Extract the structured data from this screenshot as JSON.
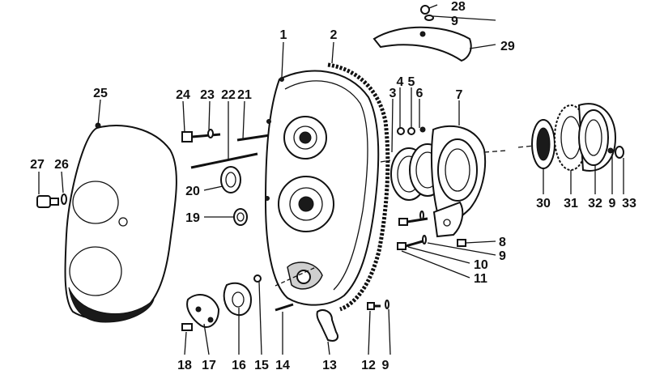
{
  "diagram": {
    "callouts": [
      {
        "id": "1",
        "label": "1"
      },
      {
        "id": "2",
        "label": "2"
      },
      {
        "id": "3",
        "label": "3"
      },
      {
        "id": "4",
        "label": "4"
      },
      {
        "id": "5",
        "label": "5"
      },
      {
        "id": "6",
        "label": "6"
      },
      {
        "id": "7",
        "label": "7"
      },
      {
        "id": "8",
        "label": "8"
      },
      {
        "id": "9a",
        "label": "9"
      },
      {
        "id": "9b",
        "label": "9"
      },
      {
        "id": "9c",
        "label": "9"
      },
      {
        "id": "9d",
        "label": "9"
      },
      {
        "id": "10",
        "label": "10"
      },
      {
        "id": "11",
        "label": "11"
      },
      {
        "id": "12",
        "label": "12"
      },
      {
        "id": "13",
        "label": "13"
      },
      {
        "id": "14",
        "label": "14"
      },
      {
        "id": "15",
        "label": "15"
      },
      {
        "id": "16",
        "label": "16"
      },
      {
        "id": "17",
        "label": "17"
      },
      {
        "id": "18",
        "label": "18"
      },
      {
        "id": "19",
        "label": "19"
      },
      {
        "id": "20",
        "label": "20"
      },
      {
        "id": "21",
        "label": "21"
      },
      {
        "id": "22",
        "label": "22"
      },
      {
        "id": "23",
        "label": "23"
      },
      {
        "id": "24",
        "label": "24"
      },
      {
        "id": "25",
        "label": "25"
      },
      {
        "id": "26",
        "label": "26"
      },
      {
        "id": "27",
        "label": "27"
      },
      {
        "id": "28",
        "label": "28"
      },
      {
        "id": "29",
        "label": "29"
      },
      {
        "id": "30",
        "label": "30"
      },
      {
        "id": "31",
        "label": "31"
      },
      {
        "id": "32",
        "label": "32"
      },
      {
        "id": "33",
        "label": "33"
      }
    ]
  }
}
